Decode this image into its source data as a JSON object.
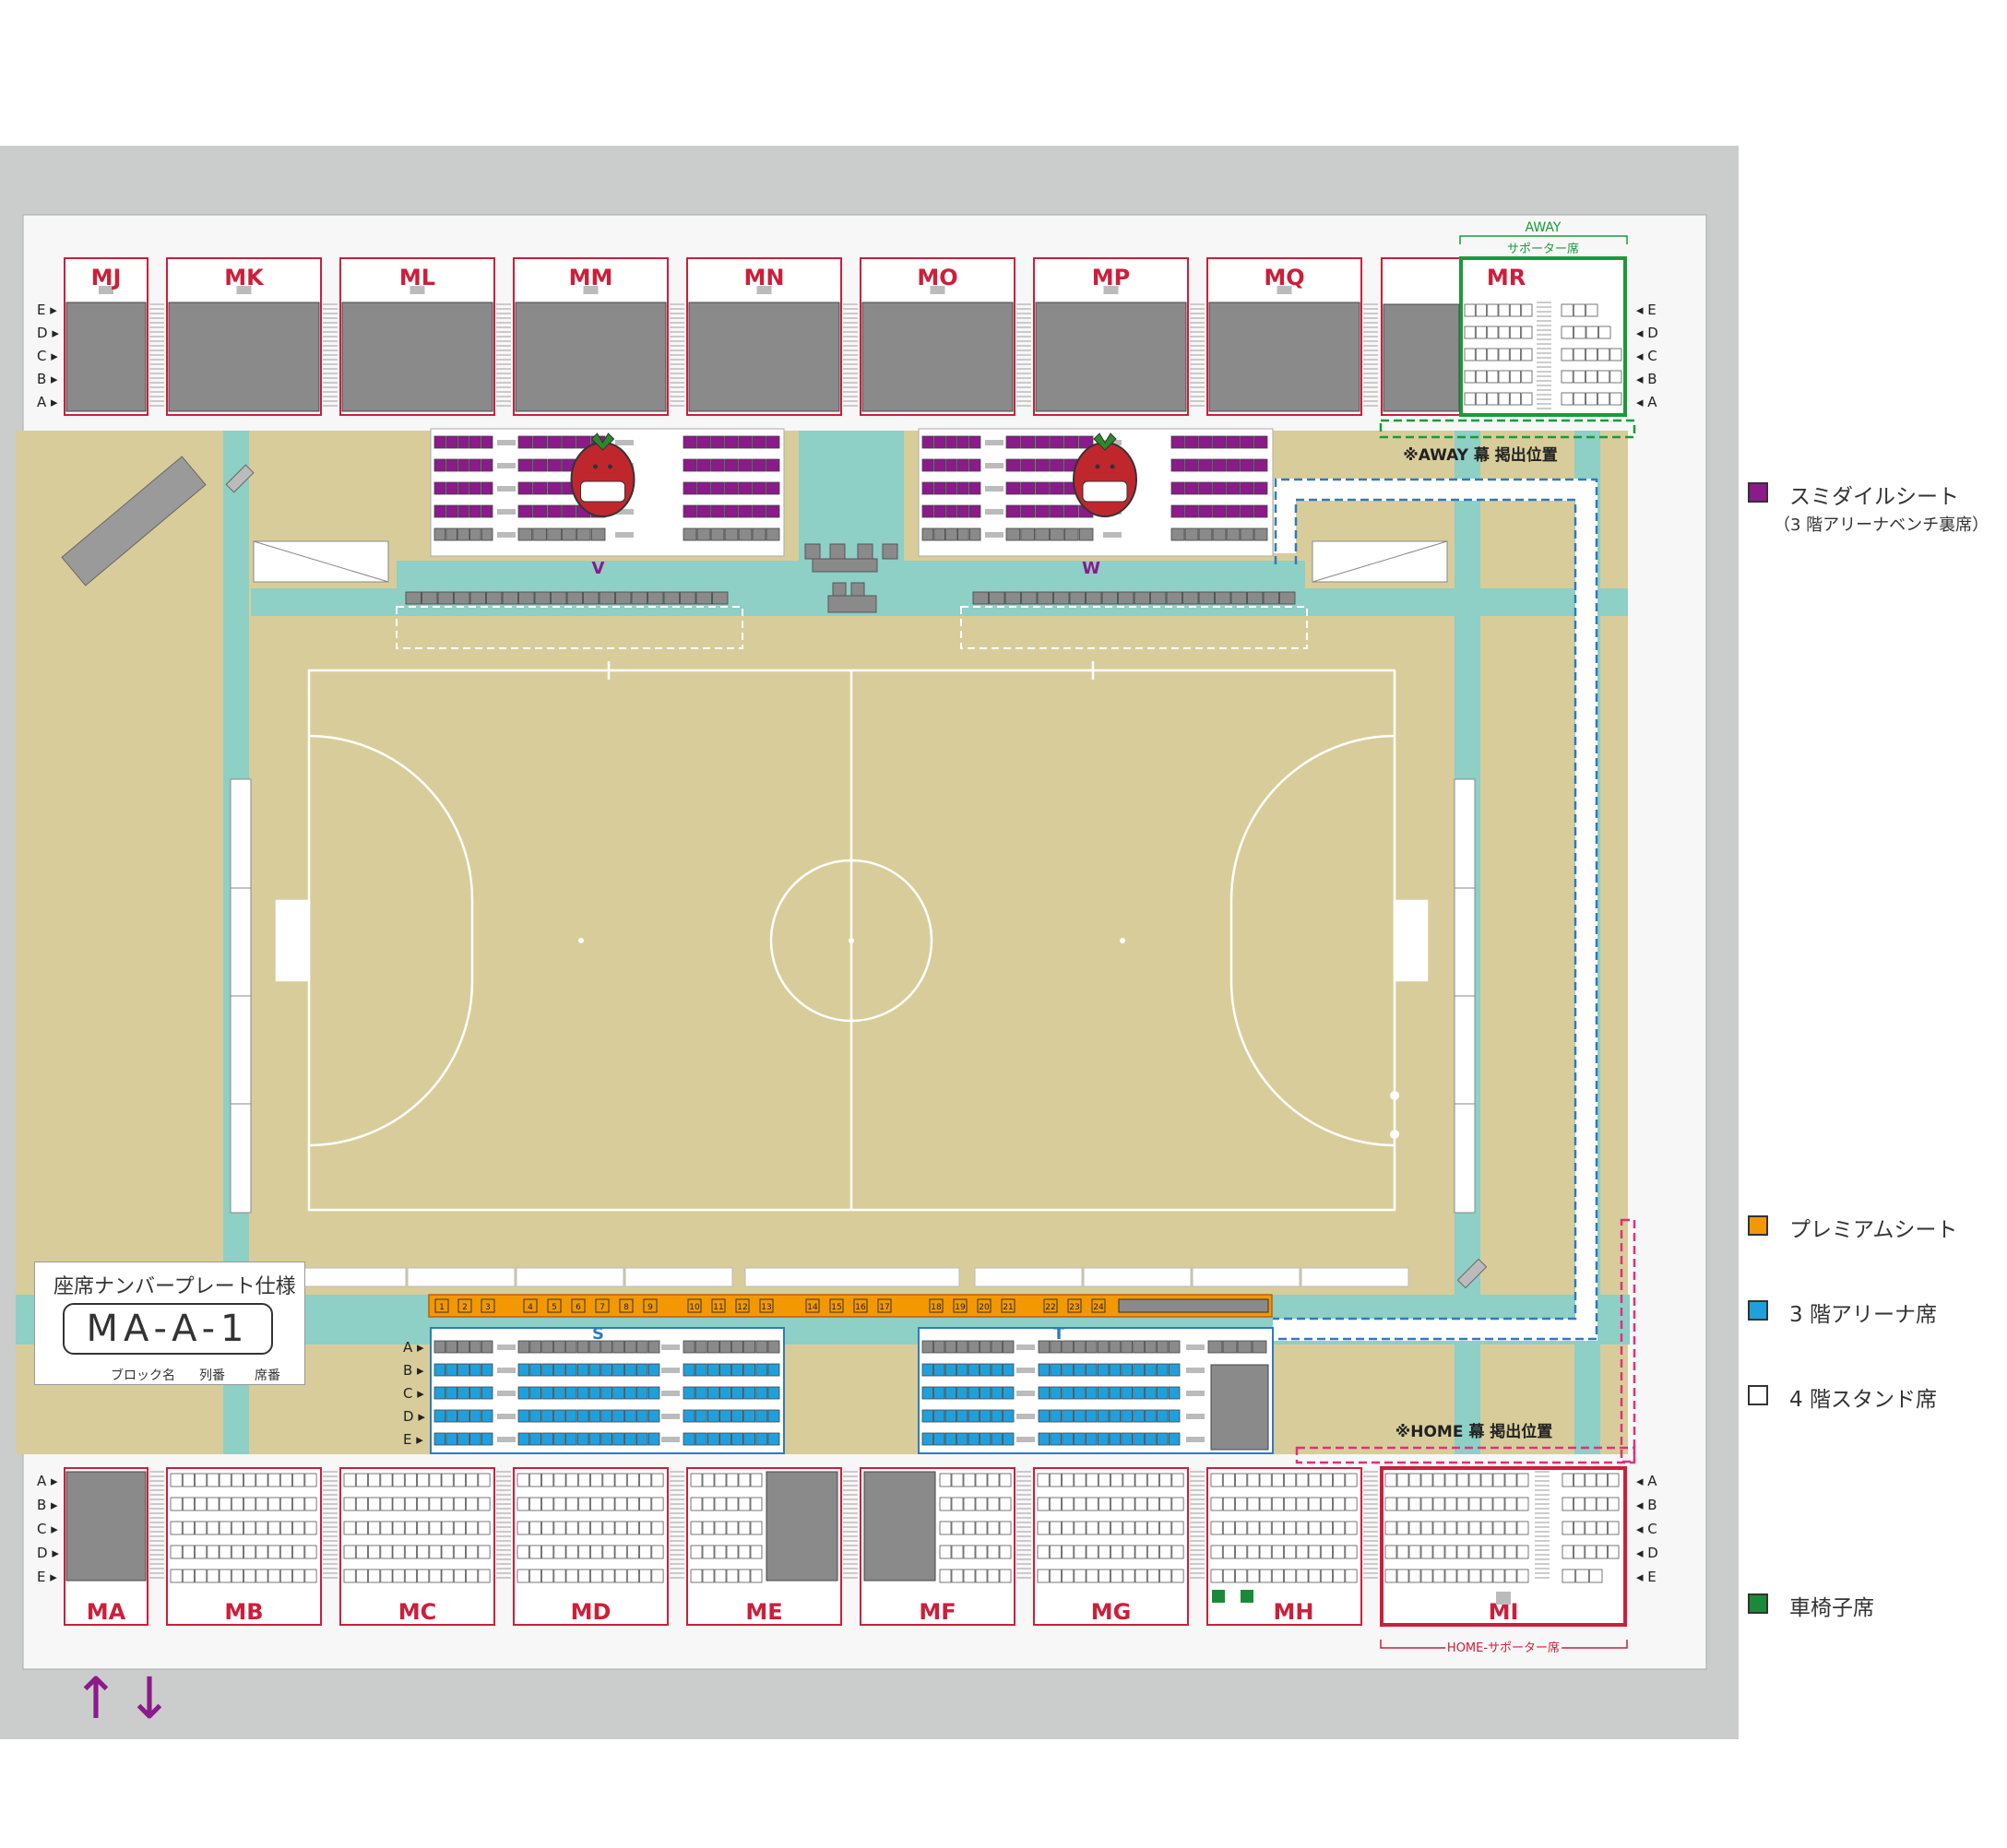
{
  "top_blocks": [
    "MJ",
    "MK",
    "ML",
    "MM",
    "MN",
    "MO",
    "MP",
    "MQ",
    "MR"
  ],
  "bottom_blocks": [
    "MA",
    "MB",
    "MC",
    "MD",
    "ME",
    "MF",
    "MG",
    "MH",
    "MI"
  ],
  "rows_top": [
    "E",
    "D",
    "C",
    "B",
    "A"
  ],
  "rows_bottom": [
    "A",
    "B",
    "C",
    "D",
    "E"
  ],
  "rows_arena": [
    "A",
    "B",
    "C",
    "D",
    "E"
  ],
  "sections": {
    "v": "V",
    "w": "W",
    "s": "S",
    "t": "T"
  },
  "away": {
    "label": "AWAY",
    "sub": "サポーター席",
    "banner": "※AWAY 幕 掲出位置"
  },
  "home": {
    "sub": "HOME-サポーター席",
    "banner": "※HOME 幕 掲出位置"
  },
  "premium_numbers": [
    "1",
    "2",
    "3",
    "4",
    "5",
    "6",
    "7",
    "8",
    "9",
    "10",
    "11",
    "12",
    "13",
    "14",
    "15",
    "16",
    "17",
    "18",
    "19",
    "20",
    "21",
    "22",
    "23",
    "24"
  ],
  "plate": {
    "title": "座席ナンバープレート仕様",
    "code": "MA-A-1",
    "cap_block": "ブロック名",
    "cap_row": "列番",
    "cap_seat": "席番"
  },
  "legend": {
    "sumi": {
      "label": "スミダイルシート",
      "sub": "（3 階アリーナベンチ裏席）",
      "color": "#8b1a8b"
    },
    "premium": {
      "label": "プレミアムシート",
      "color": "#f39800"
    },
    "arena3": {
      "label": "3 階アリーナ席",
      "color": "#1fa0dc"
    },
    "stand4": {
      "label": "4 階スタンド席",
      "color": "#ffffff"
    },
    "wheel": {
      "label": "車椅子席",
      "color": "#1a8a3a"
    }
  },
  "colors": {
    "block_red": "#cc1f3a",
    "teal": "#8ecfc6",
    "court": "#d8cd9a",
    "gray": "#8a8a8a",
    "away_green": "#1a9a3a",
    "home_pink": "#e0307a",
    "dash_blue": "#2f7ac0"
  },
  "arrows": "↑↓"
}
